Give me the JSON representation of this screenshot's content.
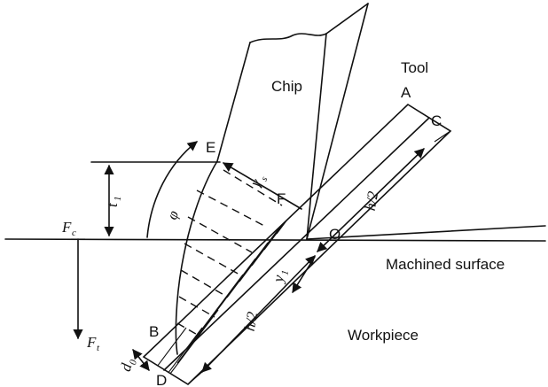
{
  "labels": {
    "tool": "Tool",
    "chip": "Chip",
    "machined_surface": "Machined surface",
    "workpiece": "Workpiece",
    "A": "A",
    "B": "B",
    "C": "C",
    "D": "D",
    "E": "E",
    "F": "F",
    "O": "O",
    "phi": "φ",
    "t1": "t",
    "t1_sub": "1",
    "Fc": "F",
    "Fc_sub": "c",
    "Ft": "F",
    "Ft_sub": "t",
    "gamma_s": "γ",
    "gamma_s_sub": "s",
    "y1": "y",
    "y1_sub": "1",
    "d0": "d",
    "d0_sub": "0",
    "h_half": "h/2"
  }
}
